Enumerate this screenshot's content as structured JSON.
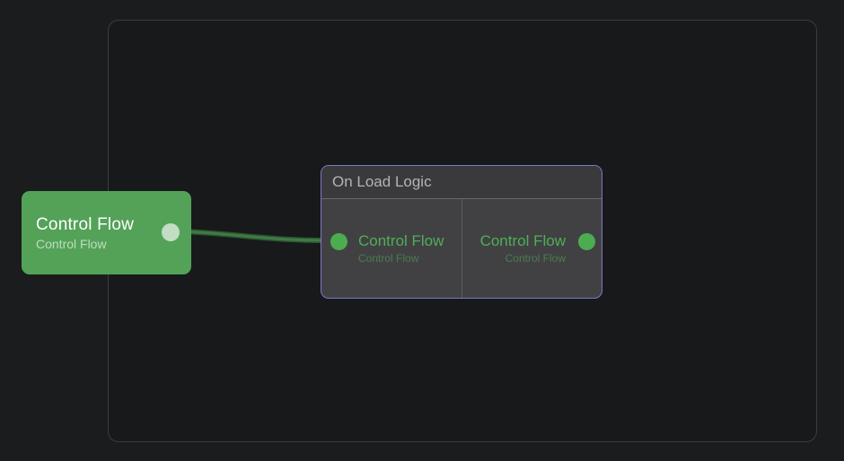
{
  "canvas": {
    "background_color": "#1b1c1e",
    "boundary": {
      "border_color": "#3b3c40",
      "fill_color": "#18191b"
    }
  },
  "edge": {
    "color": "#3f7b45",
    "outline_color": "#2c5632"
  },
  "source_node": {
    "title": "Control Flow",
    "subtitle": "Control Flow",
    "color": "#53a258",
    "port_color": "#c2ddc3"
  },
  "group_node": {
    "title": "On Load Logic",
    "border_color": "#7c78c4",
    "port_color": "#4bad50",
    "input": {
      "label": "Control Flow",
      "sublabel": "Control Flow"
    },
    "output": {
      "label": "Control Flow",
      "sublabel": "Control Flow"
    }
  }
}
